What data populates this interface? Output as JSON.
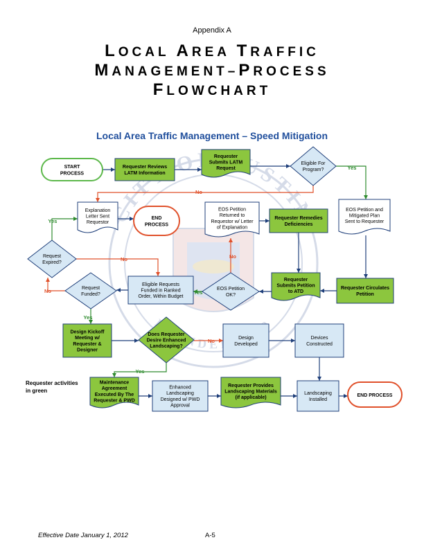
{
  "header": {
    "appendix": "Appendix A",
    "title_line1": "LOCAL AREA TRAFFIC",
    "title_line2": "MANAGEMENT–PROCESS",
    "title_line3": "FLOWCHART"
  },
  "subtitle": "Local Area Traffic Management – Speed Mitigation",
  "seal_text": {
    "top": "CITY OF AUSTIN",
    "bottom": "FOUNDED 1839"
  },
  "nodes": {
    "start": [
      "START",
      "PROCESS"
    ],
    "reviews": [
      "Requester Reviews",
      "LATM Information"
    ],
    "submits": [
      "Requester",
      "Submits LATM",
      "Request"
    ],
    "eligible": [
      "Eligible For",
      "Program?"
    ],
    "explanation": [
      "Explanation",
      "Letter Sent",
      "Requestor"
    ],
    "end1": [
      "END",
      "PROCESS"
    ],
    "eos_returned": [
      "EOS Petition",
      "Returned to",
      "Requestor w/ Letter",
      "of Explanation"
    ],
    "remedies": [
      "Requester Remedies",
      "Deficiencies"
    ],
    "eos_mitigated": [
      "EOS Petition and",
      "Mitigated Plan",
      "Sent to Requester"
    ],
    "expired": [
      "Request",
      "Expired?"
    ],
    "funded": [
      "Request",
      "Funded?"
    ],
    "ranked": [
      "Eligible Requests",
      "Funded in Ranked",
      "Order, Within Budget"
    ],
    "eos_ok": [
      "EOS Petition",
      "OK?"
    ],
    "submits_atd": [
      "Requester",
      "Submits Petition",
      "to ATD"
    ],
    "circulates": [
      "Requester Circulates",
      "Petition"
    ],
    "kickoff": [
      "Design Kickoff",
      "Meeting w/",
      "Requester &",
      "Designer"
    ],
    "landscaping_q": [
      "Does Requester",
      "Desire Enhanced",
      "Landscaping?"
    ],
    "design": [
      "Design",
      "Developed"
    ],
    "devices": [
      "Devices",
      "Constructed"
    ],
    "maintenance": [
      "Maintenance",
      "Agreement",
      "Executed By The",
      "Requester & PWD"
    ],
    "enhanced": [
      "Enhanced",
      "Landscaping",
      "Designed w/ PWD",
      "Approval"
    ],
    "materials": [
      "Requester Provides",
      "Landscaping Materials",
      "(if applicable)"
    ],
    "installed": [
      "Landscaping",
      "Installed"
    ],
    "end2": [
      "END PROCESS"
    ]
  },
  "edge_labels": {
    "yes": "Yes",
    "no": "No"
  },
  "colors": {
    "requester_fill": "#8cc63e",
    "staff_fill": "#d7e8f5",
    "end_stroke": "#e0502a",
    "start_stroke": "#5cb84a",
    "flow_line": "#1f3f7a",
    "yes_color": "#2e8b2e",
    "no_color": "#e0502a"
  },
  "note": [
    "Requester activities",
    "in green"
  ],
  "footer": {
    "effective": "Effective Date January 1, 2012",
    "page": "A-5"
  }
}
